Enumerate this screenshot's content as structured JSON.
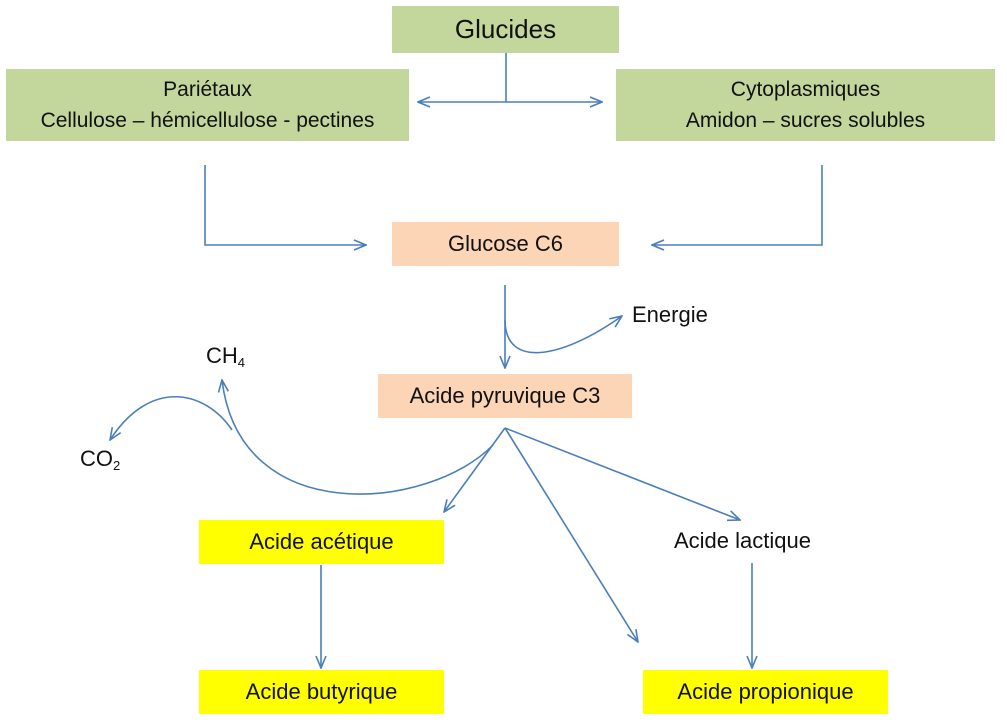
{
  "glucides": "Glucides",
  "parietaux": {
    "title": "Pariétaux",
    "detail": "Cellulose – hémicellulose - pectines"
  },
  "cytoplasmiques": {
    "title": "Cytoplasmiques",
    "detail": "Amidon – sucres solubles"
  },
  "glucose": "Glucose C6",
  "energie": "Energie",
  "pyruvique": "Acide pyruvique  C3",
  "ch4": {
    "main": "CH",
    "sub": "4"
  },
  "co2": {
    "main": "CO",
    "sub": "2"
  },
  "acetique": "Acide acétique",
  "lactique": "Acide lactique",
  "butyrique": "Acide butyrique",
  "propionique": "Acide propionique",
  "colors": {
    "green": "#c3d69b",
    "peach": "#fbd5b5",
    "yellow": "#ffff00",
    "arrow": "#4a7ebb"
  }
}
